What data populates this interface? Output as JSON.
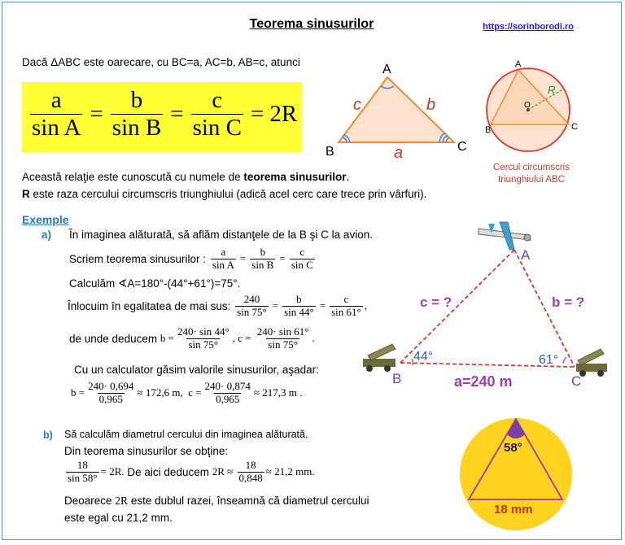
{
  "title": "Teorema sinusurilor",
  "url": "https://sorinborodi.ro",
  "intro": "Dacă ΔABC este oarecare, cu BC=a, AC=b, AB=c, atunci",
  "formula": {
    "n1": "a",
    "d1": "sin A",
    "n2": "b",
    "d2": "sin B",
    "n3": "c",
    "d3": "sin C",
    "eq": "=",
    "rhs": "2R"
  },
  "triangle1": {
    "A": "A",
    "B": "B",
    "C": "C",
    "a": "a",
    "b": "b",
    "c": "c"
  },
  "circle_fig": {
    "A": "A",
    "B": "B",
    "C": "C",
    "O": "O",
    "R": "R",
    "caption1": "Cercul circumscris",
    "caption2": "triunghiului ABC"
  },
  "relation": {
    "part1": "Această relaţie este cunoscută cu numele de ",
    "bold": "teorema sinusurilor",
    "part2": "."
  },
  "radius_line": {
    "bold": "R",
    "text": " este raza cercului circumscris triunghiului (adică acel cerc care trece prin vârfuri)."
  },
  "exemple": "Exemple",
  "ex_a": {
    "label": "a)",
    "line1": "În imaginea alăturată, să aflăm distanţele de la B şi C la avion.",
    "line2": "Scriem teorema sinusurilor :",
    "f1": {
      "n1": "a",
      "d1": "sin A",
      "n2": "b",
      "d2": "sin B",
      "n3": "c",
      "d3": "sin C"
    },
    "line3": "Calculăm ∢A=180°-(44°+61°)=75°.",
    "line4": "Înlocuim în egalitatea de mai sus:",
    "f2": {
      "n1": "240",
      "d1": "sin 75°",
      "n2": "b",
      "d2": "sin 44°",
      "n3": "c",
      "d3": "sin 61°",
      "tail": ","
    },
    "line5": "de unde deducem",
    "f3": {
      "b": "b =",
      "bn": "240· sin 44°",
      "bd": "sin 75°",
      "c": ",  c =",
      "cn": "240· sin 61°",
      "cd": "sin 75°",
      "tail": "."
    },
    "line6": "Cu un calculator găsim valorile sinusurilor, aşadar:",
    "f4": {
      "b": "b =",
      "bn": "240· 0,694",
      "bd": "0,965",
      "bres": "≈ 172,6 m,",
      "c": "c =",
      "cn": "240· 0,874",
      "cd": "0,965",
      "cres": "≈ 217,3 m",
      "tail": "."
    }
  },
  "plane_fig": {
    "A": "A",
    "B": "B",
    "C": "C",
    "c": "c = ?",
    "b": "b = ?",
    "a": "a=240 m",
    "angB": "44°",
    "angC": "61°"
  },
  "ex_b": {
    "label": "b)",
    "line1": "Să calculăm diametrul cercului din imaginea alăturată.",
    "line2": "Din teorema sinusurilor se obţine:",
    "f1": {
      "n": "18",
      "d": "sin 58°",
      "rhs": "= 2R",
      "tail": "."
    },
    "line3": "De aici deducem",
    "f2": {
      "lhs": "2R ≈",
      "n": "18",
      "d": "0,848",
      "rhs": "≈ 21,2 mm",
      "tail": "."
    },
    "line4a": "Deoarece ",
    "line4b": "2R",
    "line4c": " este dublul razei, înseamnă că diametrul cercului",
    "line5": "este egal cu 21,2 mm."
  },
  "yellow_fig": {
    "angle": "58°",
    "side": "18 mm"
  }
}
